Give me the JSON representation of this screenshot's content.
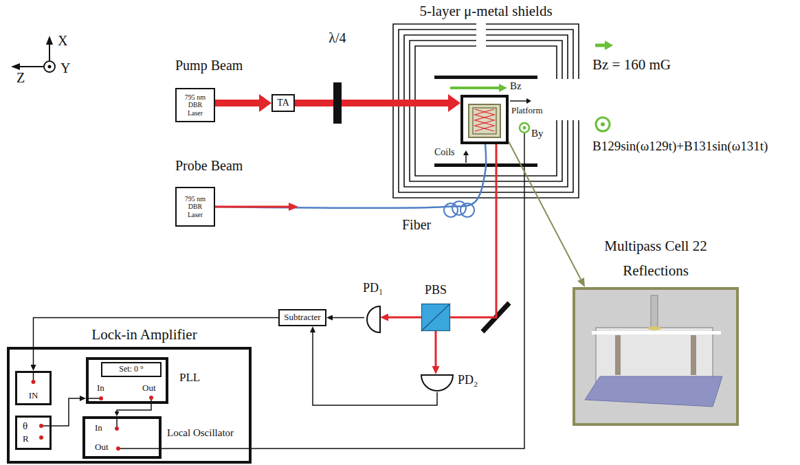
{
  "diagram": {
    "nodes": [
      {
        "text": [
          "Pump Beam",
          "795 nm DBR Laser"
        ]
      },
      {
        "text": [
          "TA"
        ]
      },
      {
        "text": [
          "λ/4"
        ]
      },
      {
        "text": [
          "5-layer μ-metal shields"
        ]
      },
      {
        "text": [
          "Platform"
        ],
        "in": 3
      },
      {
        "text": [
          "Probe Beam",
          "795 nm DBR Laser"
        ]
      },
      {
        "text": [
          "Multipass Cell 22 Reflections"
        ]
      },
      {
        "text": [
          "PD₁"
        ]
      },
      {
        "text": [
          "PBS"
        ]
      },
      {
        "text": [
          "PD₂"
        ]
      },
      {
        "text": [
          "Subtracter"
        ]
      },
      {
        "text": [
          "Lock-in Amplifier"
        ]
      },
      {
        "text": [
          "IN"
        ],
        "in": 11
      },
      {
        "text": [
          "PLL",
          "In",
          "Out"
        ],
        "in": 11
      },
      {
        "text": [
          "Set: 0 °"
        ],
        "in": 13
      },
      {
        "text": [
          "θ",
          "R"
        ],
        "in": 11
      },
      {
        "text": [
          "In",
          "Out",
          "Local Oscillator"
        ],
        "in": 11
      }
    ],
    "edges": [
      {
        "from": 0,
        "to": 1,
        "arrow": "to"
      },
      {
        "from": 1,
        "to": 2,
        "arrow": "none"
      },
      {
        "from": 2,
        "to": 4,
        "arrow": "to"
      },
      {
        "from": 5,
        "to": 4,
        "arrow": "none"
      },
      {
        "from": 4,
        "to": 6,
        "arrow": "to"
      },
      {
        "from": 4,
        "to": 8,
        "arrow": "none"
      },
      {
        "from": 8,
        "to": 7,
        "arrow": "to"
      },
      {
        "from": 8,
        "to": 9,
        "arrow": "to"
      },
      {
        "from": 7,
        "to": 10,
        "arrow": "to"
      },
      {
        "from": 9,
        "to": 10,
        "arrow": "to"
      },
      {
        "from": 10,
        "to": 12,
        "arrow": "to"
      },
      {
        "from": 15,
        "to": 13,
        "arrow": "to"
      },
      {
        "from": 13,
        "to": 16,
        "arrow": "to"
      },
      {
        "from": 16,
        "to": 3,
        "arrow": "none"
      }
    ],
    "labels": [
      "X",
      "Z",
      "Y",
      "Bz",
      "Bz = 160 mG",
      "By",
      "B129sin(ω129t)+B131sin(ω131t)",
      "Coils",
      "Fiber"
    ]
  }
}
